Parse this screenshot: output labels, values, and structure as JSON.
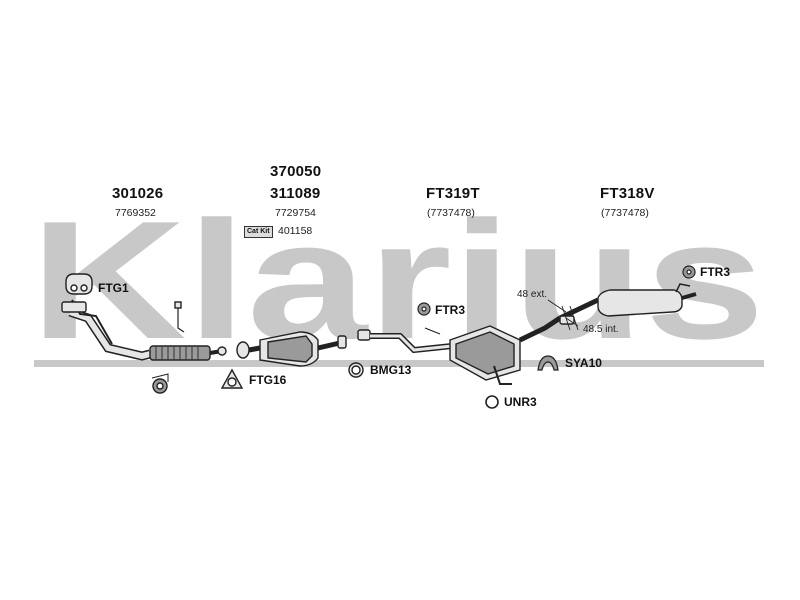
{
  "watermark": {
    "text": "Klarius",
    "color": "#c8c8c8"
  },
  "groups": [
    {
      "part": "301026",
      "ref": "7769352"
    },
    {
      "part_top": "370050",
      "part": "311089",
      "ref": "7729754",
      "kit_badge": "Cat Kit",
      "kit_ref": "401158"
    },
    {
      "part": "FT319T",
      "ref": "(7737478)"
    },
    {
      "part": "FT318V",
      "ref": "(7737478)"
    }
  ],
  "fittings": {
    "ftg1": "FTG1",
    "ftg16": "FTG16",
    "bmg13": "BMG13",
    "ftr3_mid": "FTR3",
    "unr3": "UNR3",
    "sya10": "SYA10",
    "ftr3_right": "FTR3"
  },
  "dimensions": {
    "ext": "48 ext.",
    "int": "48.5 int."
  },
  "colors": {
    "line": "#222222",
    "part_fill": "#e6e6e6",
    "part_dark": "#9a9a9a"
  }
}
